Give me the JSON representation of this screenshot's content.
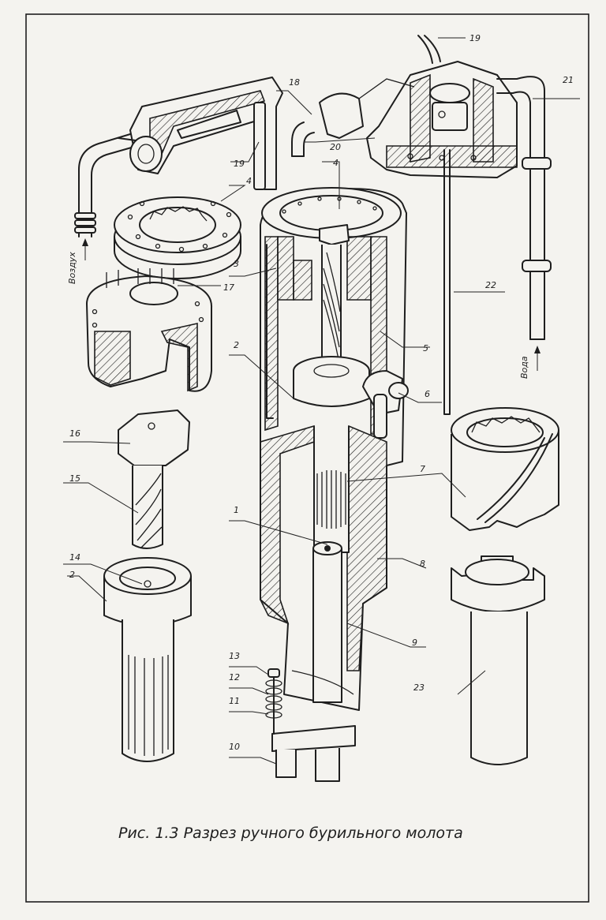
{
  "caption": "Рис. 1.3 Разрез ручного бурильного молота",
  "side_labels": {
    "air": "Воздух",
    "water": "Вода"
  },
  "callouts": [
    {
      "id": "c1",
      "text": "1"
    },
    {
      "id": "c2a",
      "text": "2"
    },
    {
      "id": "c2b",
      "text": "2"
    },
    {
      "id": "c3",
      "text": "3"
    },
    {
      "id": "c4a",
      "text": "4"
    },
    {
      "id": "c4b",
      "text": "4"
    },
    {
      "id": "c5",
      "text": "5"
    },
    {
      "id": "c6",
      "text": "6"
    },
    {
      "id": "c7",
      "text": "7"
    },
    {
      "id": "c8",
      "text": "8"
    },
    {
      "id": "c9",
      "text": "9"
    },
    {
      "id": "c10",
      "text": "10"
    },
    {
      "id": "c11",
      "text": "11"
    },
    {
      "id": "c12",
      "text": "12"
    },
    {
      "id": "c13",
      "text": "13"
    },
    {
      "id": "c14",
      "text": "14"
    },
    {
      "id": "c15",
      "text": "15"
    },
    {
      "id": "c16",
      "text": "16"
    },
    {
      "id": "c17",
      "text": "17"
    },
    {
      "id": "c18",
      "text": "18"
    },
    {
      "id": "c19a",
      "text": "19"
    },
    {
      "id": "c19b",
      "text": "19"
    },
    {
      "id": "c20",
      "text": "20"
    },
    {
      "id": "c21",
      "text": "21"
    },
    {
      "id": "c22",
      "text": "22"
    },
    {
      "id": "c23",
      "text": "23"
    }
  ]
}
